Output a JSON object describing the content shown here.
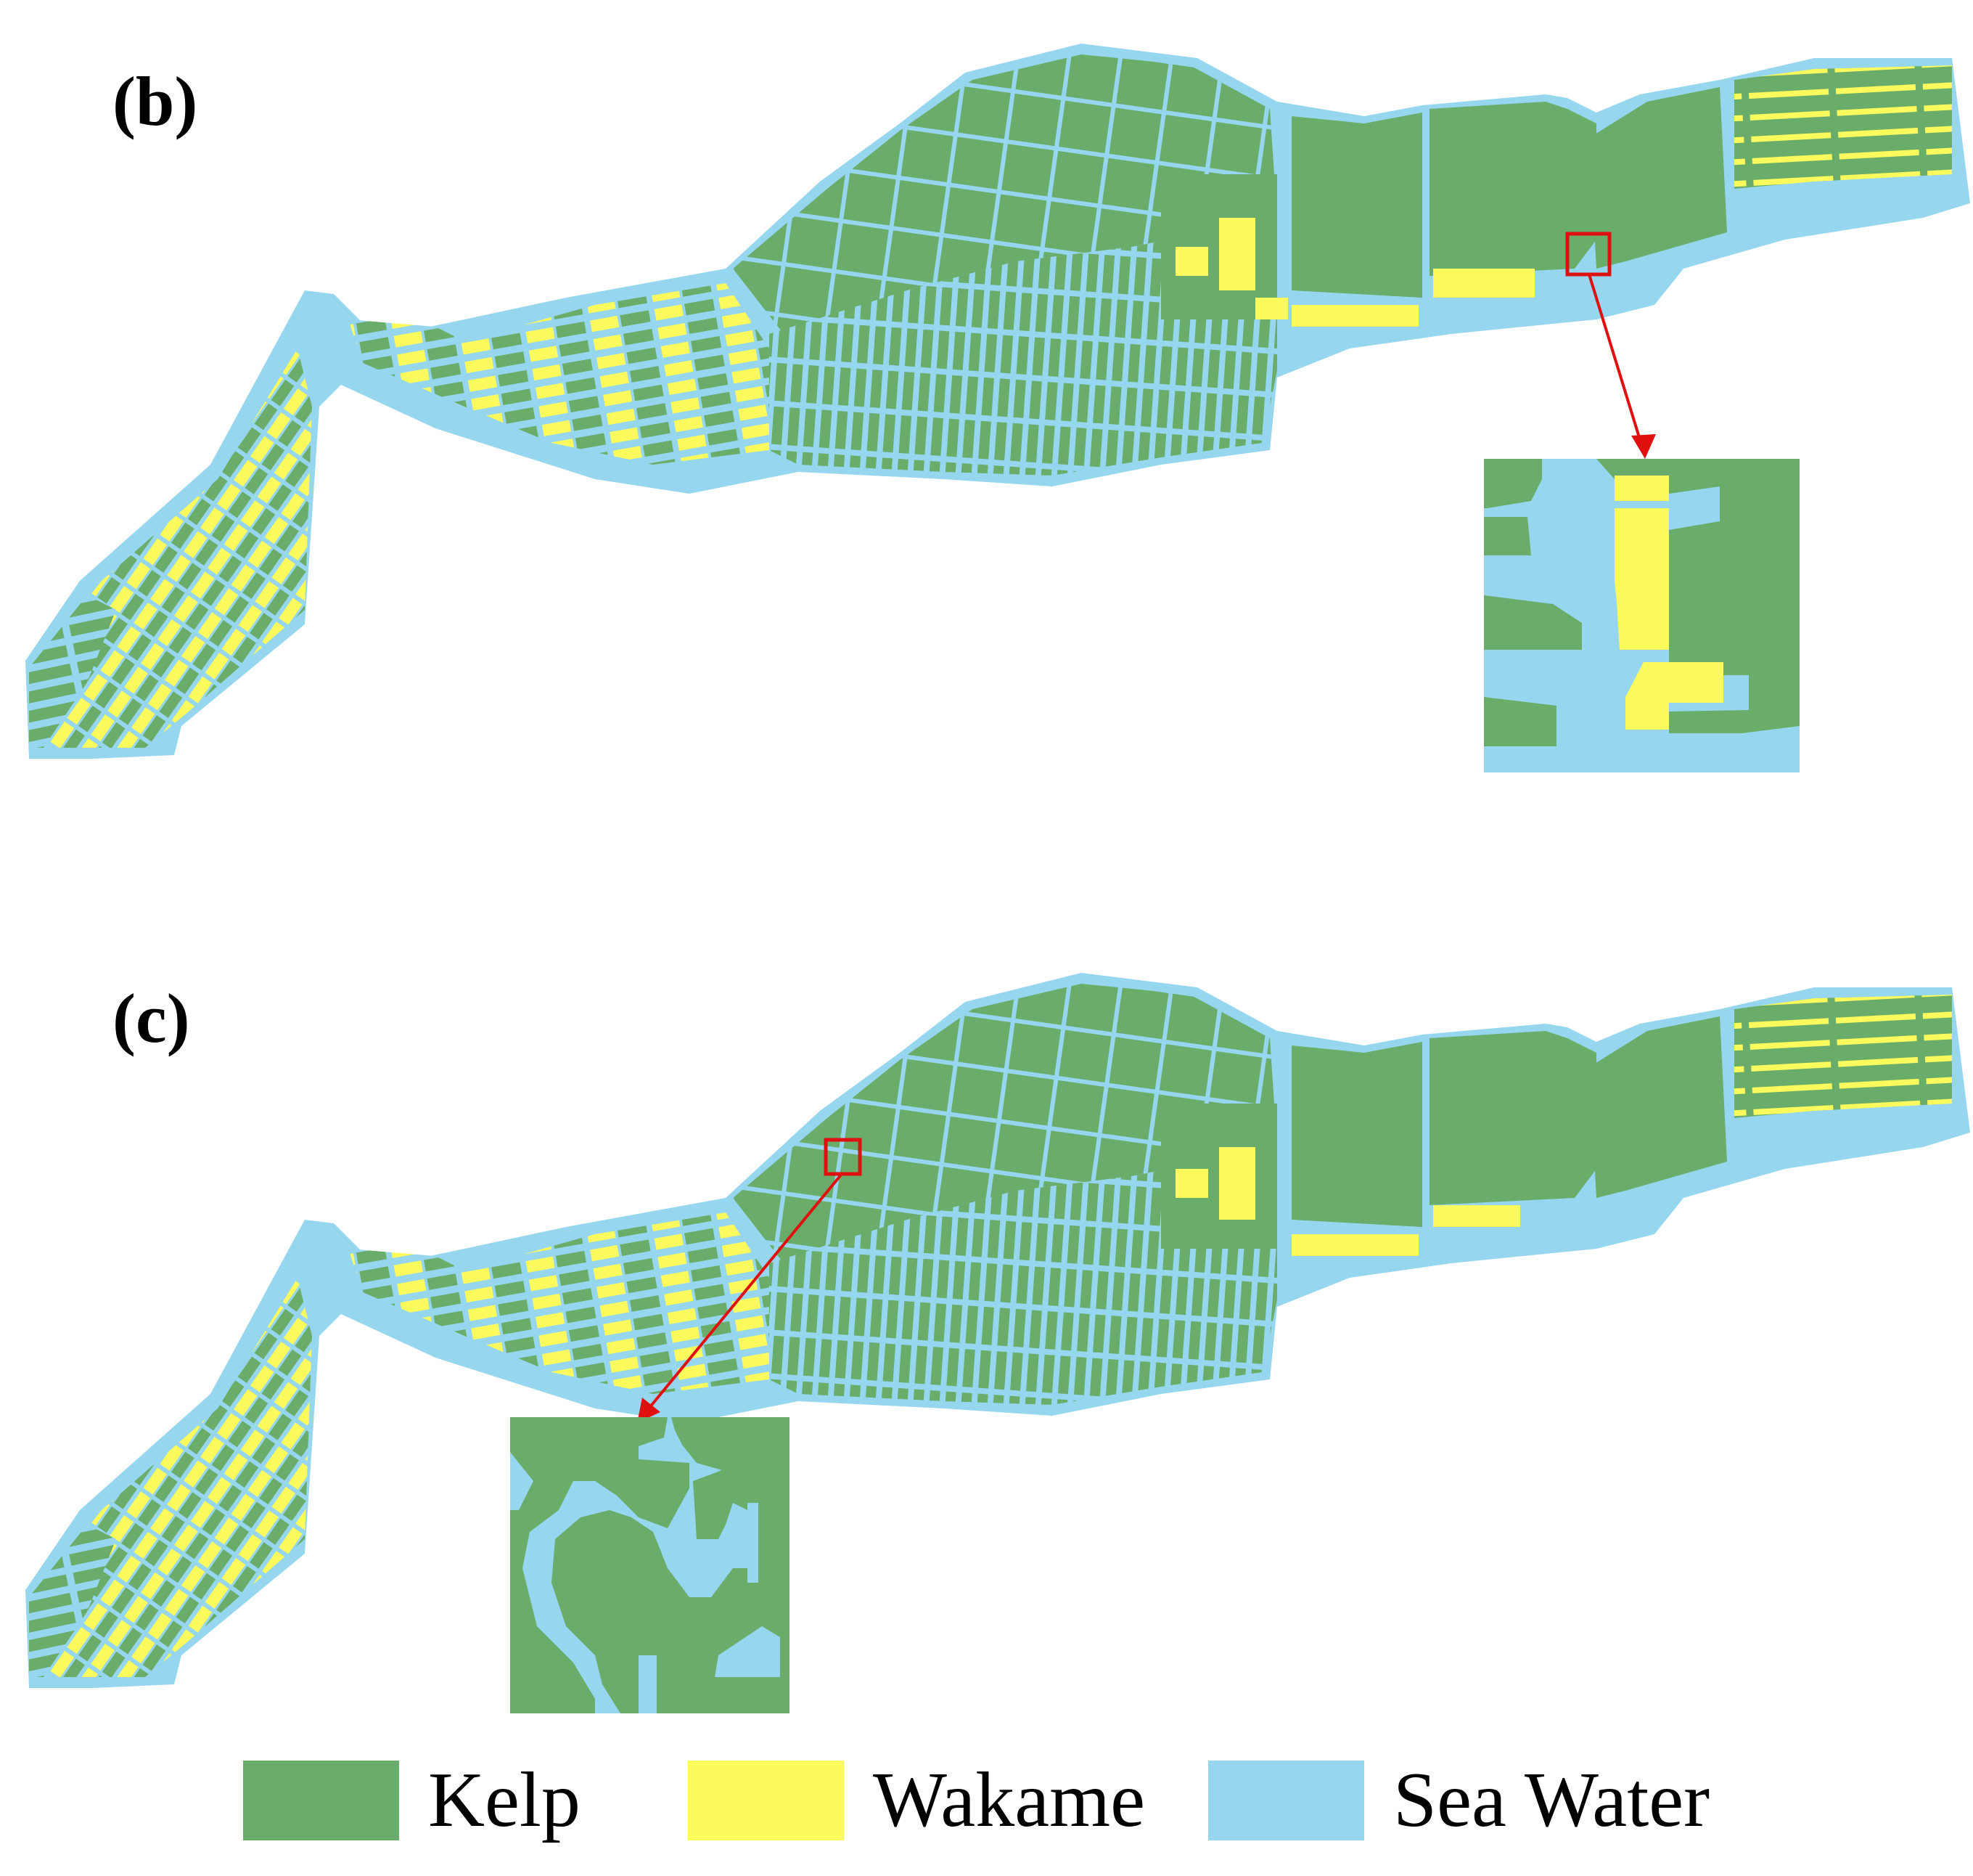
{
  "figure": {
    "colors": {
      "kelp": "#6aad6a",
      "wakame": "#fbfb5d",
      "sea_water": "#96d6ef",
      "highlight": "#e01010",
      "background": "#ffffff"
    },
    "panels": [
      {
        "label": "(b)",
        "description": "Classification map of aquaculture area (kelp, wakame, sea water) with zoom inset of small region",
        "highlight_box": "red square on map near lower-right coastline",
        "inset": "enlarged view showing kelp, wakame, and sea water pixels"
      },
      {
        "label": "(c)",
        "description": "Classification map of aquaculture area (kelp, wakame, sea water) with zoom inset of small region",
        "highlight_box": "red square on map near upper-left of central region",
        "inset": "enlarged view showing kelp and sea water pixels"
      }
    ],
    "legend": [
      {
        "label": "Kelp",
        "color": "#6aad6a"
      },
      {
        "label": "Wakame",
        "color": "#fbfb5d"
      },
      {
        "label": "Sea Water",
        "color": "#96d6ef"
      }
    ]
  }
}
